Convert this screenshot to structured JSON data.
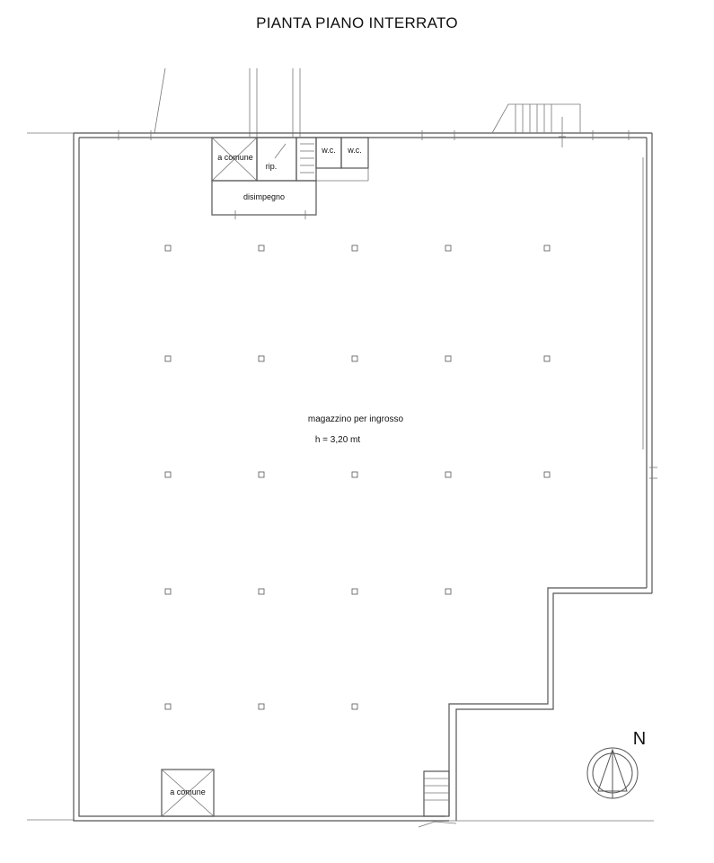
{
  "title": "PIANTA PIANO INTERRATO",
  "rooms": {
    "a_comune_top": "a comune",
    "rip": "rip.",
    "wc_1": "w.c.",
    "wc_2": "w.c.",
    "disimpegno": "disimpegno",
    "magazzino": "magazzino per ingrosso",
    "height": "h = 3,20 mt",
    "a_comune_bottom": "a comune"
  },
  "north": "N"
}
